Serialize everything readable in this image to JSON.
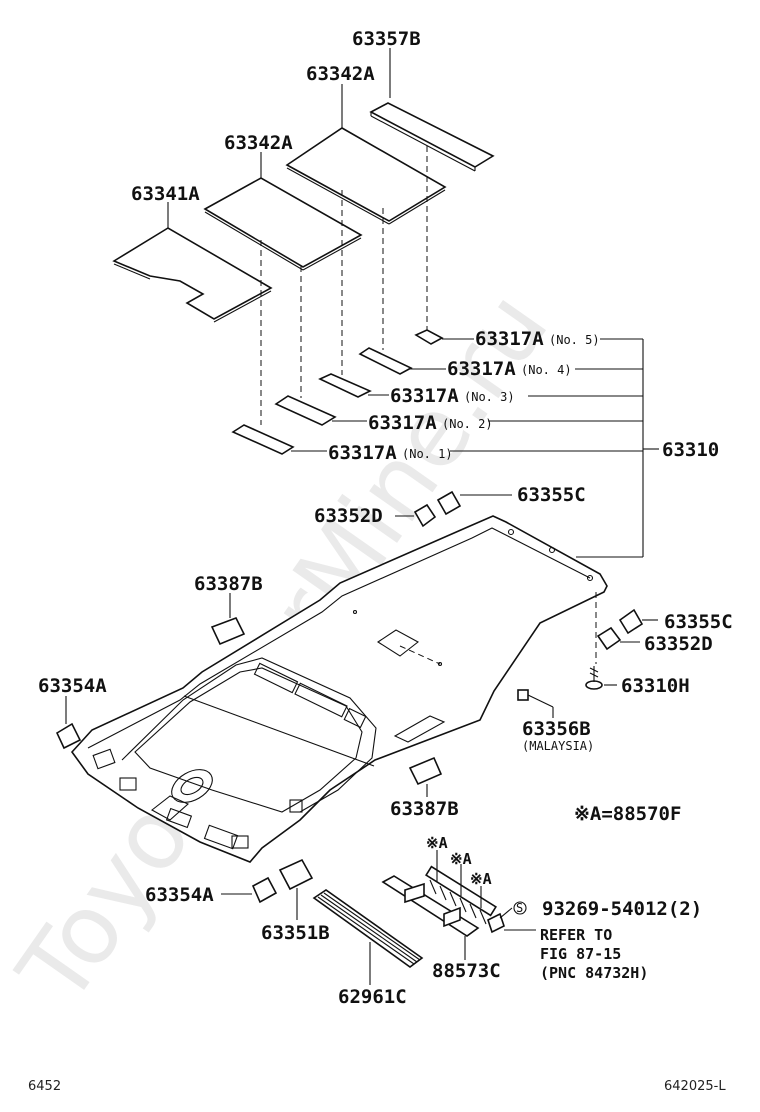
{
  "watermark": "ToyotaCarMine.ru",
  "labels": {
    "p63357B": "63357B",
    "p63342A_1": "63342A",
    "p63342A_2": "63342A",
    "p63341A": "63341A",
    "p63317A_5": "63317A",
    "p63317A_5_no": "(No. 5)",
    "p63317A_4": "63317A",
    "p63317A_4_no": "(No. 4)",
    "p63317A_3": "63317A",
    "p63317A_3_no": "(No. 3)",
    "p63317A_2": "63317A",
    "p63317A_2_no": "(No. 2)",
    "p63317A_1": "63317A",
    "p63317A_1_no": "(No. 1)",
    "p63310": "63310",
    "p63355C_1": "63355C",
    "p63352D_1": "63352D",
    "p63387B_1": "63387B",
    "p63355C_2": "63355C",
    "p63352D_2": "63352D",
    "p63354A_1": "63354A",
    "p63310H": "63310H",
    "p63356B": "63356B",
    "p63356B_note": "(MALAYSIA)",
    "p63387B_2": "63387B",
    "p88570F": "※A=88570F",
    "mark_a1": "※A",
    "mark_a2": "※A",
    "mark_a3": "※A",
    "p63354A_2": "63354A",
    "p63351B": "63351B",
    "p93269": "93269-54012(2)",
    "screw_mark": "S",
    "refer_1": "REFER TO",
    "refer_2": "FIG 87-15",
    "refer_3": "(PNC 84732H)",
    "p88573C": "88573C",
    "p62961C": "62961C"
  },
  "footer": {
    "left": "6452",
    "right": "642025-L"
  }
}
